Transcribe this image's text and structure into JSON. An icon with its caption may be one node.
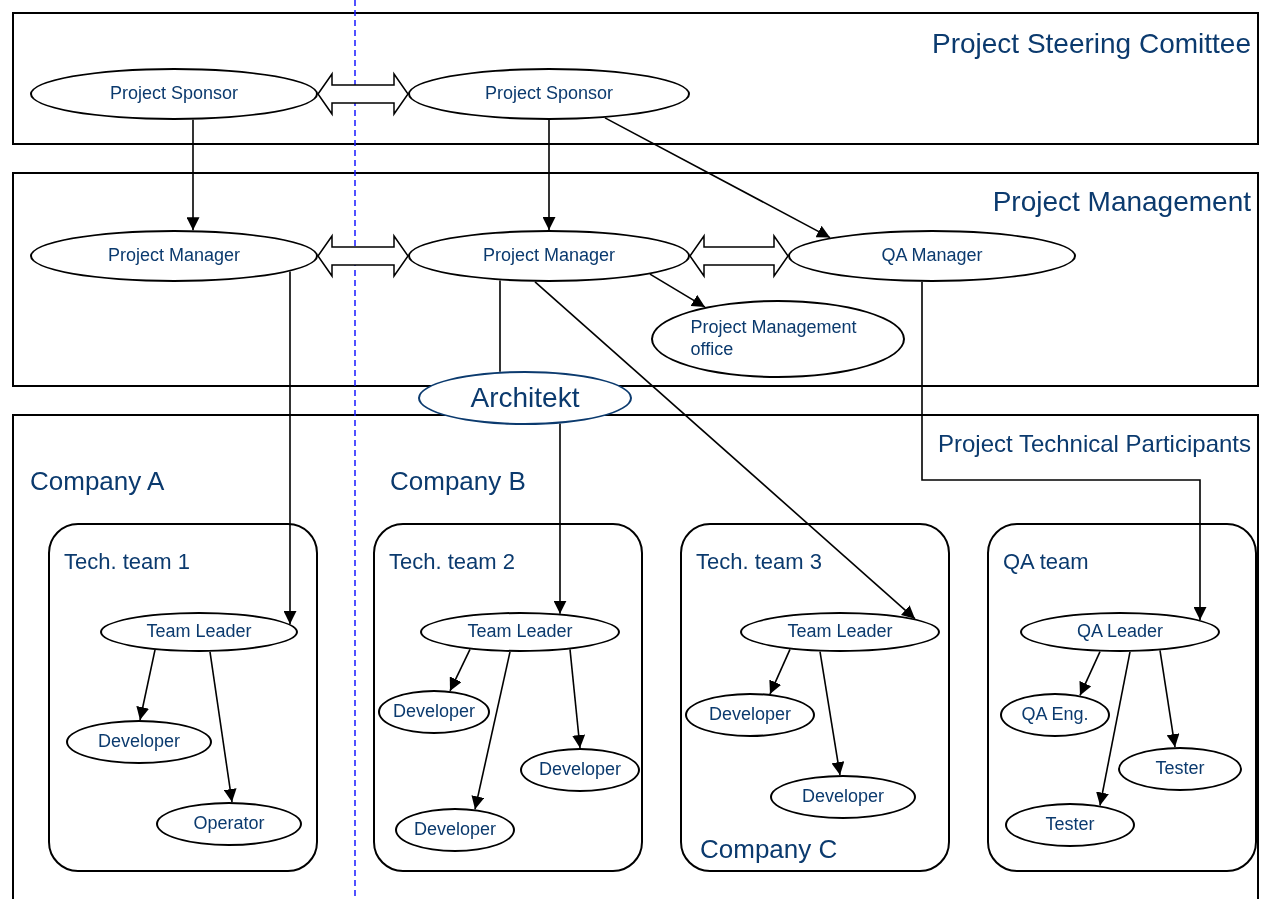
{
  "diagram": {
    "nodes": [
      {
        "text": [
          "Project Steering Comittee"
        ]
      },
      {
        "text": [
          "Project Sponsor"
        ],
        "in": 0
      },
      {
        "text": [
          "Project Sponsor"
        ],
        "in": 0
      },
      {
        "text": [
          "Project Management"
        ]
      },
      {
        "text": [
          "Project Manager"
        ],
        "in": 3
      },
      {
        "text": [
          "Project Manager"
        ],
        "in": 3
      },
      {
        "text": [
          "QA Manager"
        ],
        "in": 3
      },
      {
        "text": [
          "Project Management office"
        ],
        "in": 3
      },
      {
        "text": [
          "Architekt"
        ]
      },
      {
        "text": [
          "Project Technical Participants"
        ]
      },
      {
        "text": [
          "Tech. team 1"
        ],
        "in": 9
      },
      {
        "text": [
          "Team Leader"
        ],
        "in": 10
      },
      {
        "text": [
          "Developer"
        ],
        "in": 10
      },
      {
        "text": [
          "Operator"
        ],
        "in": 10
      },
      {
        "text": [
          "Tech. team 2"
        ],
        "in": 9
      },
      {
        "text": [
          "Team Leader"
        ],
        "in": 14
      },
      {
        "text": [
          "Developer"
        ],
        "in": 14
      },
      {
        "text": [
          "Developer"
        ],
        "in": 14
      },
      {
        "text": [
          "Developer"
        ],
        "in": 14
      },
      {
        "text": [
          "Tech. team 3"
        ],
        "in": 9
      },
      {
        "text": [
          "Team Leader"
        ],
        "in": 19
      },
      {
        "text": [
          "Developer"
        ],
        "in": 19
      },
      {
        "text": [
          "Developer"
        ],
        "in": 19
      },
      {
        "text": [
          "QA team"
        ],
        "in": 9
      },
      {
        "text": [
          "QA Leader"
        ],
        "in": 23
      },
      {
        "text": [
          "QA Eng."
        ],
        "in": 23
      },
      {
        "text": [
          "Tester"
        ],
        "in": 23
      },
      {
        "text": [
          "Tester"
        ],
        "in": 23
      }
    ],
    "edges": [
      {
        "from": 1,
        "to": 2,
        "arrow": "both",
        "style": "thick"
      },
      {
        "from": 4,
        "to": 5,
        "arrow": "both",
        "style": "thick"
      },
      {
        "from": 5,
        "to": 6,
        "arrow": "both",
        "style": "thick"
      },
      {
        "from": 1,
        "to": 4,
        "arrow": "to"
      },
      {
        "from": 2,
        "to": 5,
        "arrow": "to"
      },
      {
        "from": 2,
        "to": 6,
        "arrow": "to"
      },
      {
        "from": 4,
        "to": 11,
        "arrow": "to"
      },
      {
        "from": 5,
        "to": 8,
        "arrow": "none"
      },
      {
        "from": 8,
        "to": 15,
        "arrow": "to"
      },
      {
        "from": 5,
        "to": 7,
        "arrow": "to"
      },
      {
        "from": 5,
        "to": 20,
        "arrow": "to"
      },
      {
        "from": 6,
        "to": 24,
        "arrow": "to"
      },
      {
        "from": 11,
        "to": 12,
        "arrow": "to"
      },
      {
        "from": 11,
        "to": 13,
        "arrow": "to"
      },
      {
        "from": 15,
        "to": 16,
        "arrow": "to"
      },
      {
        "from": 15,
        "to": 18,
        "arrow": "to"
      },
      {
        "from": 15,
        "to": 17,
        "arrow": "to"
      },
      {
        "from": 20,
        "to": 21,
        "arrow": "to"
      },
      {
        "from": 20,
        "to": 22,
        "arrow": "to"
      },
      {
        "from": 24,
        "to": 25,
        "arrow": "to"
      },
      {
        "from": 24,
        "to": 27,
        "arrow": "to"
      },
      {
        "from": 24,
        "to": 26,
        "arrow": "to"
      }
    ],
    "labels": [
      "Company A",
      "Company B",
      "Company C"
    ]
  }
}
